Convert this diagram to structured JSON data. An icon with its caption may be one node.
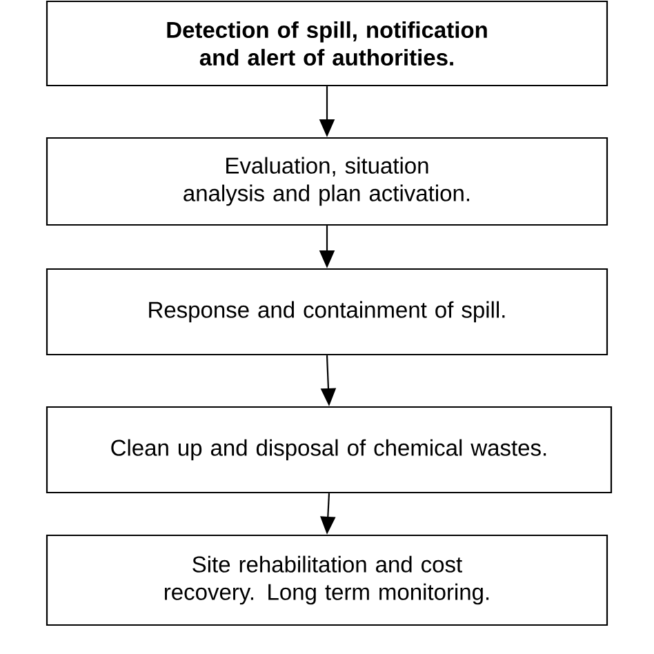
{
  "diagram": {
    "nodes": [
      {
        "text": [
          "Detection of spill, notification and alert of authorities."
        ]
      },
      {
        "text": [
          "Evaluation, situation analysis and plan activation."
        ]
      },
      {
        "text": [
          "Response and containment of spill."
        ]
      },
      {
        "text": [
          "Clean up and disposal of chemical wastes."
        ]
      },
      {
        "text": [
          "Site rehabilitation and cost recovery. Long term monitoring."
        ]
      }
    ],
    "edges": [
      {
        "from": 0,
        "to": 1,
        "arrow": "to"
      },
      {
        "from": 1,
        "to": 2,
        "arrow": "to"
      },
      {
        "from": 2,
        "to": 3,
        "arrow": "to"
      },
      {
        "from": 3,
        "to": 4,
        "arrow": "to"
      }
    ]
  }
}
